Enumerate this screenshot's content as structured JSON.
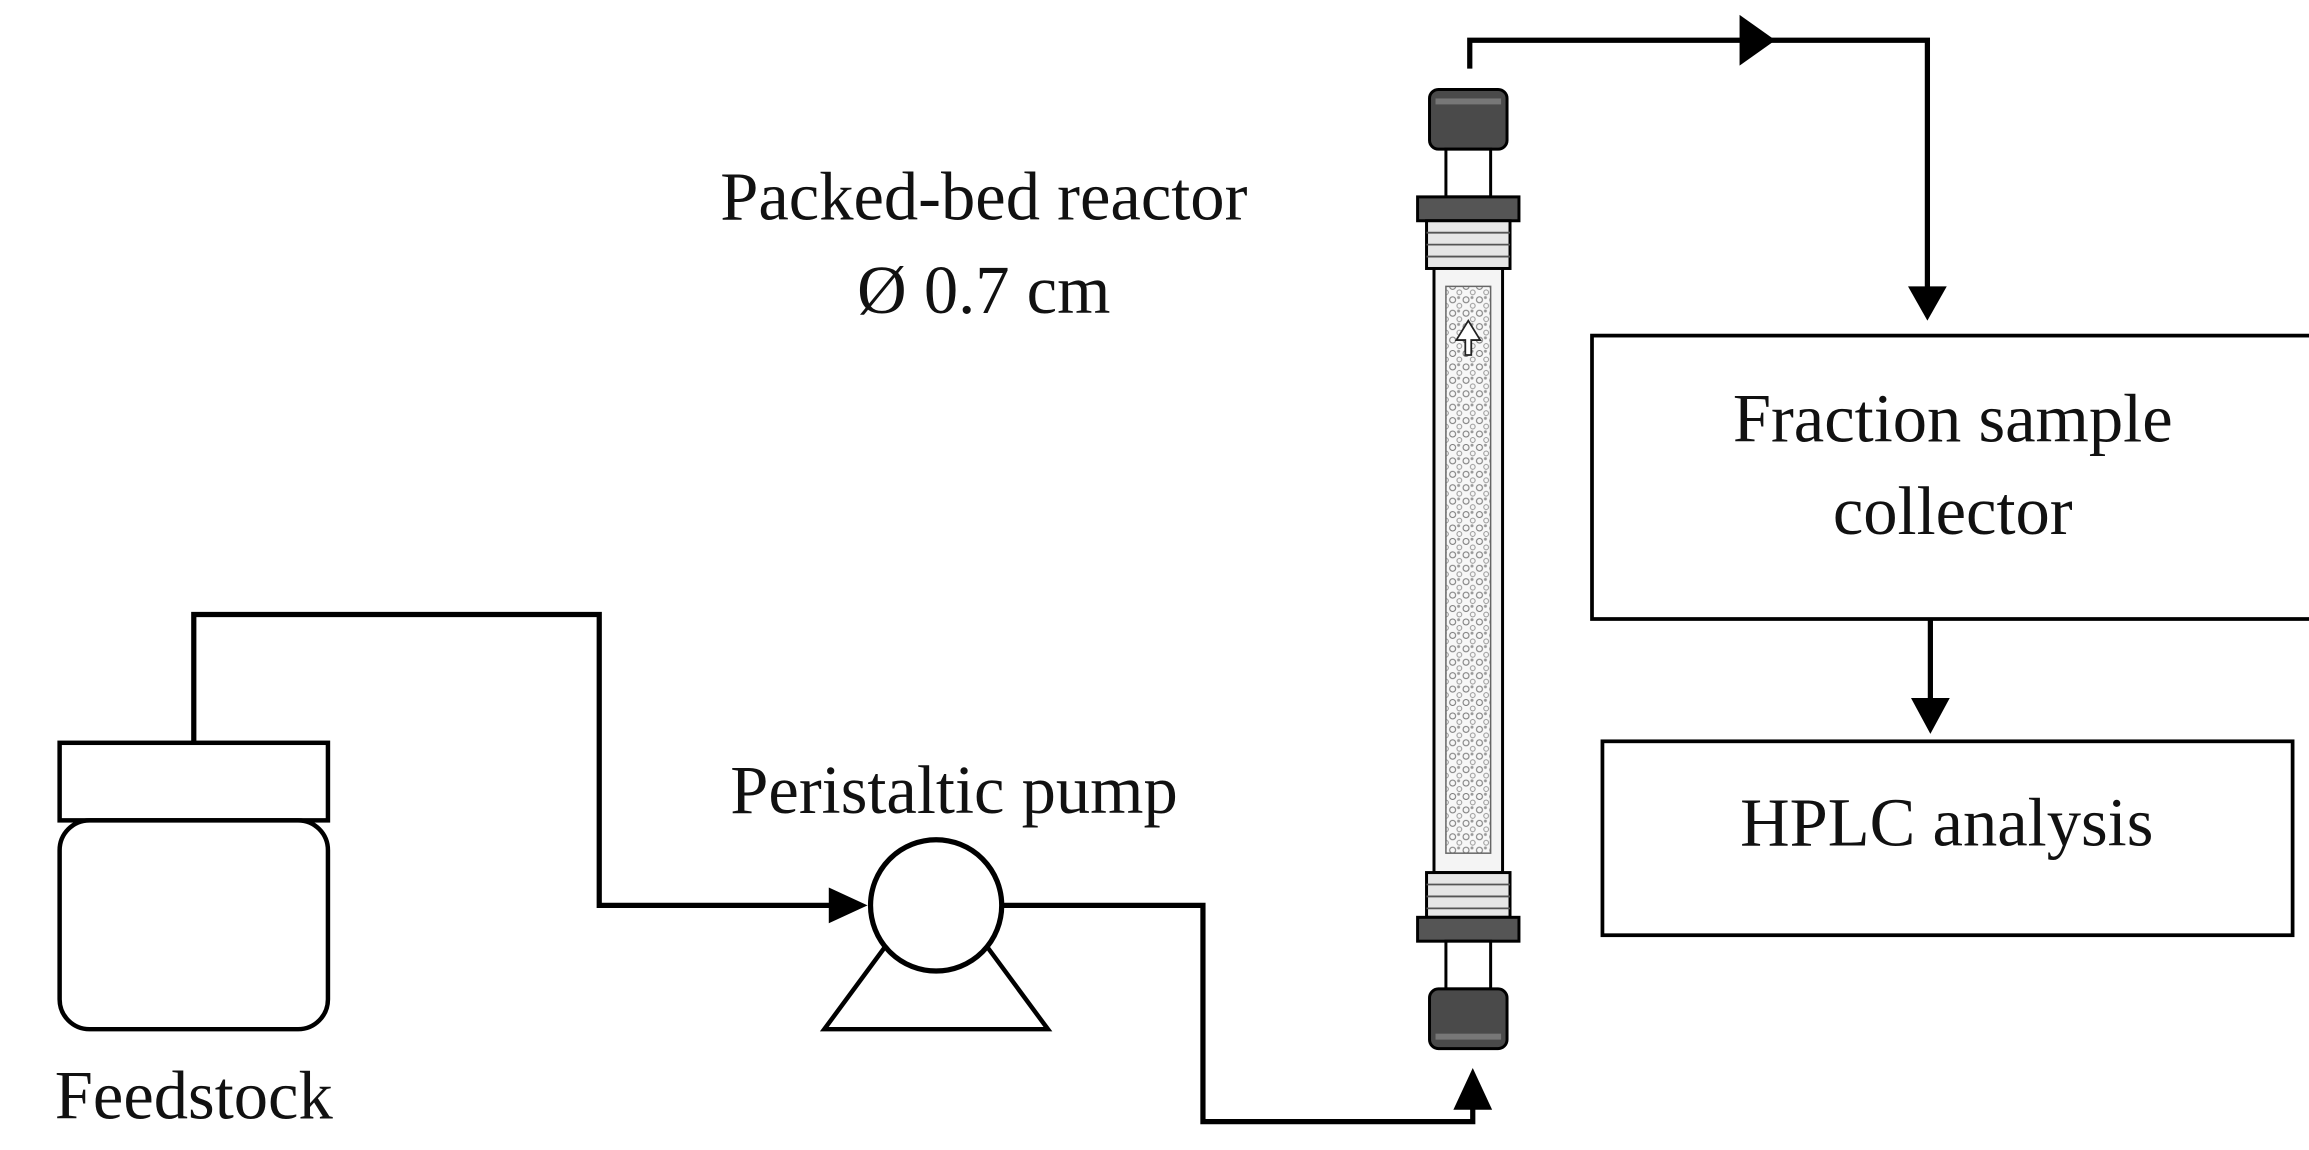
{
  "labels": {
    "reactor_title": "Packed-bed reactor",
    "reactor_diameter": "Ø 0.7 cm",
    "pump": "Peristaltic pump",
    "feedstock": "Feedstock"
  },
  "boxes": {
    "fraction_line1": "Fraction sample",
    "fraction_line2": "collector",
    "hplc": "HPLC analysis"
  },
  "colors": {
    "stroke": "#000000",
    "reactor_cap": "#4a4a4a",
    "reactor_glass": "#f4f4f4"
  }
}
